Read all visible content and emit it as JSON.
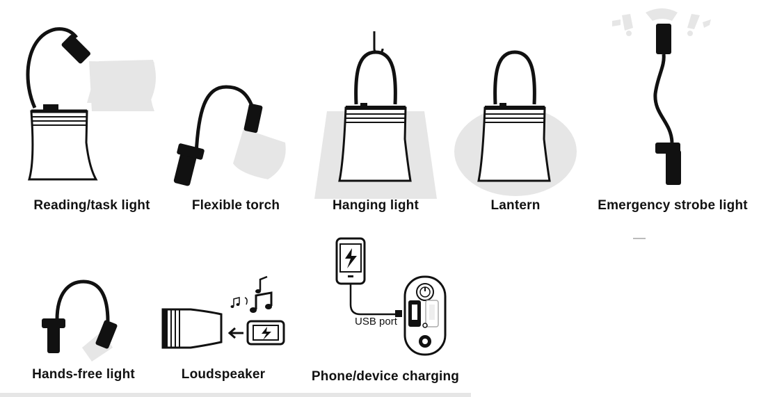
{
  "labels": {
    "reading": "Reading/task light",
    "torch": "Flexible torch",
    "hanging": "Hanging light",
    "lantern": "Lantern",
    "strobe": "Emergency strobe light",
    "handsfree": "Hands-free light",
    "speaker": "Loudspeaker",
    "charging": "Phone/device charging"
  },
  "usb_port_label": "USB port",
  "colors": {
    "ink": "#111111",
    "light_beam": "#e6e6e6",
    "background": "#ffffff"
  }
}
